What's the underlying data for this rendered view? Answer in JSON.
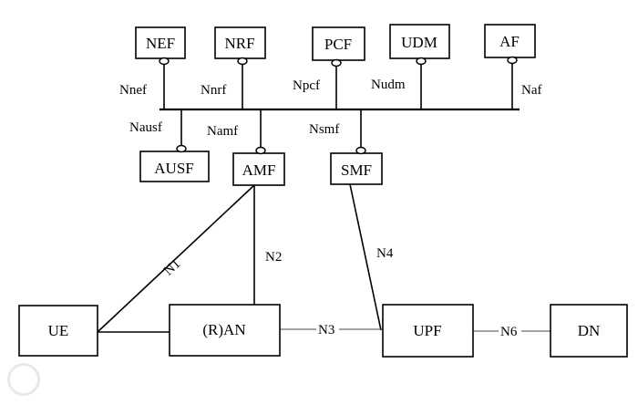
{
  "colors": {
    "stroke": "#000000",
    "background": "#ffffff"
  },
  "top_nodes": [
    {
      "id": "nef",
      "label": "NEF",
      "interface": "Nnef"
    },
    {
      "id": "nrf",
      "label": "NRF",
      "interface": "Nnrf"
    },
    {
      "id": "pcf",
      "label": "PCF",
      "interface": "Npcf"
    },
    {
      "id": "udm",
      "label": "UDM",
      "interface": "Nudm"
    },
    {
      "id": "af",
      "label": "AF",
      "interface": "Naf"
    }
  ],
  "bottom_nodes": [
    {
      "id": "ausf",
      "label": "AUSF",
      "interface": "Nausf"
    },
    {
      "id": "amf",
      "label": "AMF",
      "interface": "Namf"
    },
    {
      "id": "smf",
      "label": "SMF",
      "interface": "Nsmf"
    }
  ],
  "access_nodes": [
    {
      "id": "ue",
      "label": "UE"
    },
    {
      "id": "ran",
      "label": "(R)AN"
    },
    {
      "id": "upf",
      "label": "UPF"
    },
    {
      "id": "dn",
      "label": "DN"
    }
  ],
  "links": [
    {
      "id": "n1",
      "label": "N1"
    },
    {
      "id": "n2",
      "label": "N2"
    },
    {
      "id": "n3",
      "label": "N3"
    },
    {
      "id": "n4",
      "label": "N4"
    },
    {
      "id": "n6",
      "label": "N6"
    }
  ]
}
